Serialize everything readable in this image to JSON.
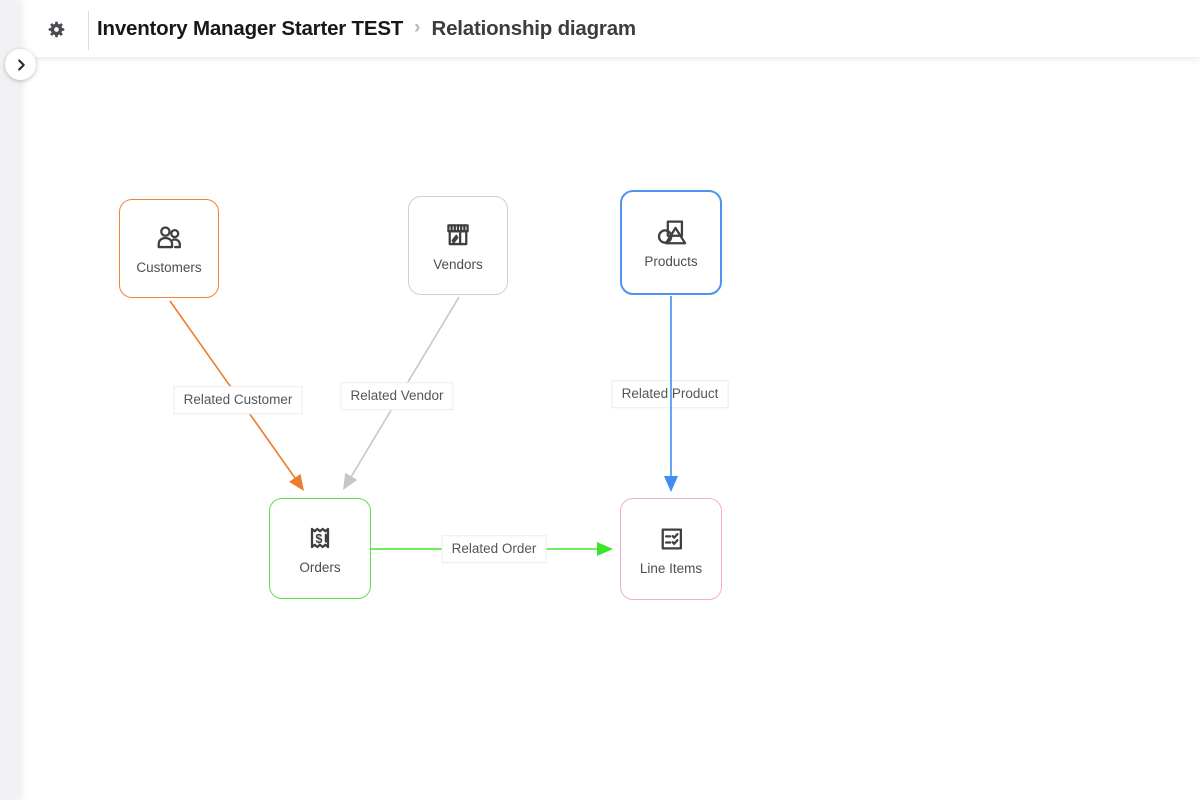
{
  "header": {
    "base_title": "Inventory Manager Starter TEST",
    "separator": "›",
    "page_title": "Relationship diagram"
  },
  "icons": {
    "settings": "gear-icon",
    "sidebar_expand": "chevron-right-icon",
    "orders_dollar_glyph": "$"
  },
  "colors": {
    "canvas_background": "#ffffff",
    "sidebar_background": "#f2f2f4",
    "header_background": "#ffffff",
    "edge_label_text": "#565656",
    "node_label_text": "#4d4d4d"
  },
  "diagram": {
    "nodes": [
      {
        "id": "customers",
        "label": "Customers",
        "icon": "customers-icon",
        "border_color": "#F0823C"
      },
      {
        "id": "vendors",
        "label": "Vendors",
        "icon": "vendors-icon",
        "border_color": "#D0D0D0"
      },
      {
        "id": "products",
        "label": "Products",
        "icon": "products-icon",
        "border_color": "#4F94F2"
      },
      {
        "id": "orders",
        "label": "Orders",
        "icon": "orders-icon",
        "border_color": "#5FE344"
      },
      {
        "id": "line-items",
        "label": "Line Items",
        "icon": "line-items-icon",
        "border_color": "#F9A9D3"
      }
    ],
    "edges": [
      {
        "id": "customers-orders",
        "from": "Customers",
        "to": "Orders",
        "label": "Related Customer",
        "color": "#ED7D2E"
      },
      {
        "id": "vendors-orders",
        "from": "Vendors",
        "to": "Orders",
        "label": "Related Vendor",
        "color": "#C6C6C6"
      },
      {
        "id": "products-line-items",
        "from": "Products",
        "to": "Line Items",
        "label": "Related Product",
        "color": "#3F8EF4"
      },
      {
        "id": "orders-line-items",
        "from": "Orders",
        "to": "Line Items",
        "label": "Related Order",
        "color": "#3DE52A"
      }
    ]
  }
}
